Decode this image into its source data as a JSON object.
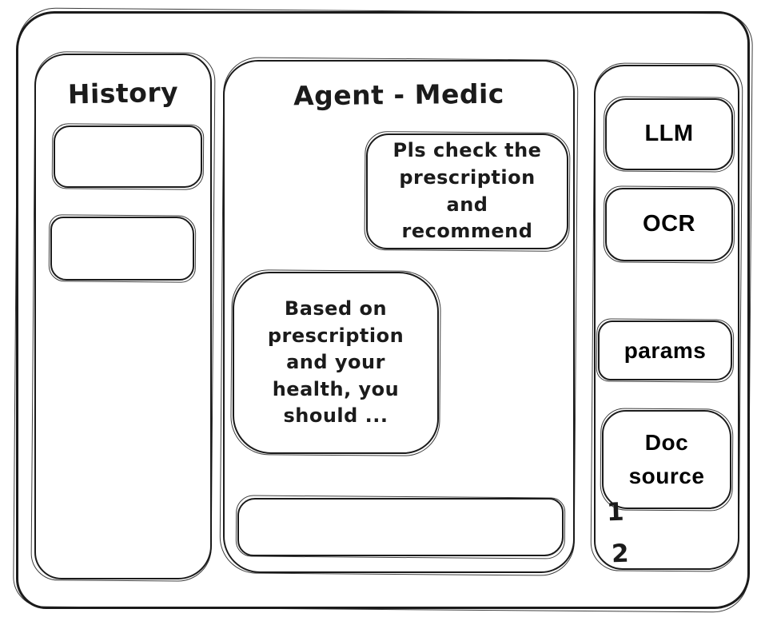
{
  "theme": {
    "ink": "#1b1b1b",
    "paper": "#ffffff"
  },
  "left_sidebar": {
    "title": "History",
    "items": [
      {
        "label": ""
      },
      {
        "label": ""
      }
    ]
  },
  "chat": {
    "title": "Agent - Medic",
    "messages": [
      {
        "role": "user",
        "text": "Pls check the prescription and recommend"
      },
      {
        "role": "assistant",
        "text": "Based on prescription and your health, you should ..."
      }
    ],
    "input_value": ""
  },
  "right_sidebar": {
    "tools": [
      {
        "label": "LLM"
      },
      {
        "label": "OCR"
      },
      {
        "label": "params"
      },
      {
        "label": "Doc source"
      }
    ],
    "annotations": [
      "1",
      "2"
    ]
  }
}
